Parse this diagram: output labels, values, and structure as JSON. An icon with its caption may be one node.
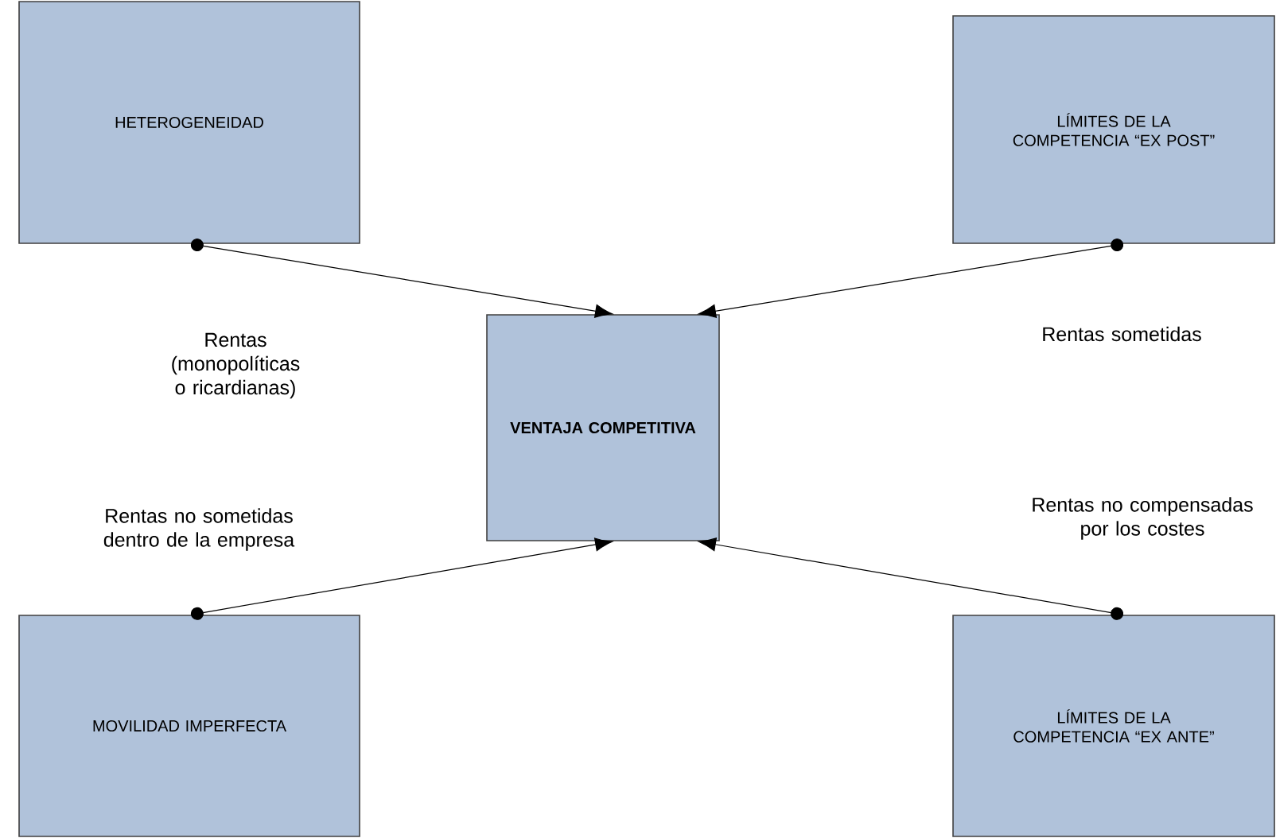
{
  "diagram": {
    "nodes": [
      {
        "text": [
          "HETEROGENEIDAD"
        ]
      },
      {
        "text": [
          "LÍMITES DE LA COMPETENCIA “EX POST”"
        ]
      },
      {
        "text": [
          "VENTAJA COMPETITIVA"
        ]
      },
      {
        "text": [
          "MOVILIDAD IMPERFECTA"
        ]
      },
      {
        "text": [
          "LÍMITES DE LA COMPETENCIA “EX ANTE”"
        ]
      }
    ],
    "edges": [
      {
        "from": 0,
        "to": 2,
        "arrow": "to"
      },
      {
        "from": 1,
        "to": 2,
        "arrow": "to"
      },
      {
        "from": 3,
        "to": 2,
        "arrow": "to"
      },
      {
        "from": 4,
        "to": 2,
        "arrow": "to"
      }
    ],
    "labels": [
      "Rentas (monopolíticas o ricardianas)",
      "Rentas sometidas",
      "Rentas no sometidas dentro de la empresa",
      "Rentas no compensadas por los costes"
    ]
  }
}
